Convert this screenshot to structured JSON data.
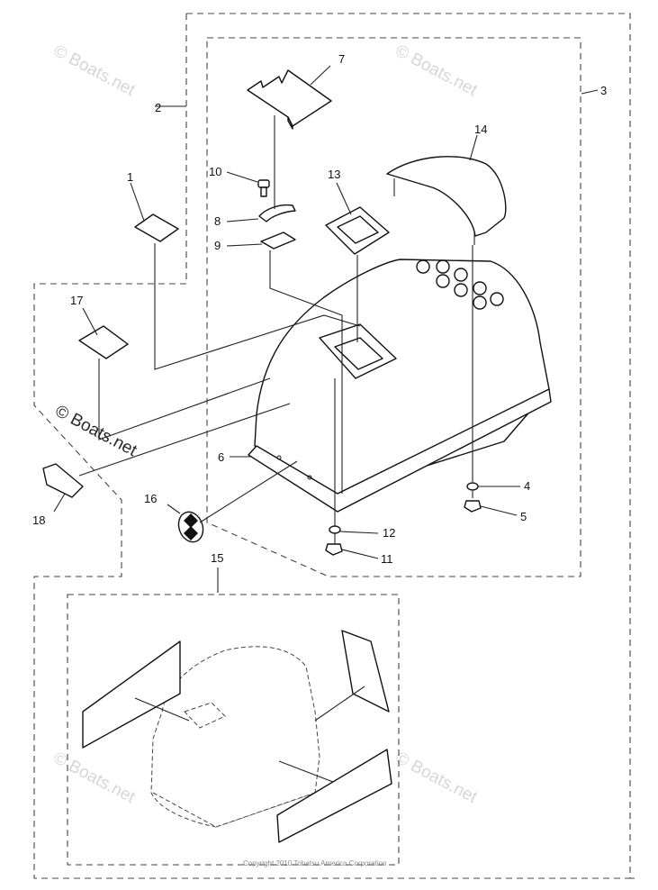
{
  "callouts": {
    "c1": "1",
    "c2": "2",
    "c3": "3",
    "c4": "4",
    "c5": "5",
    "c6": "6",
    "c7": "7",
    "c8": "8",
    "c9": "9",
    "c10": "10",
    "c11": "11",
    "c12": "12",
    "c13": "13",
    "c14": "14",
    "c15": "15",
    "c16": "16",
    "c17": "17",
    "c18": "18"
  },
  "watermarks": {
    "main": "© Boats.net",
    "faint": "© Boats.net"
  },
  "footer": {
    "copyright": "Copyright 2010 Tohatsu America Corporation"
  }
}
